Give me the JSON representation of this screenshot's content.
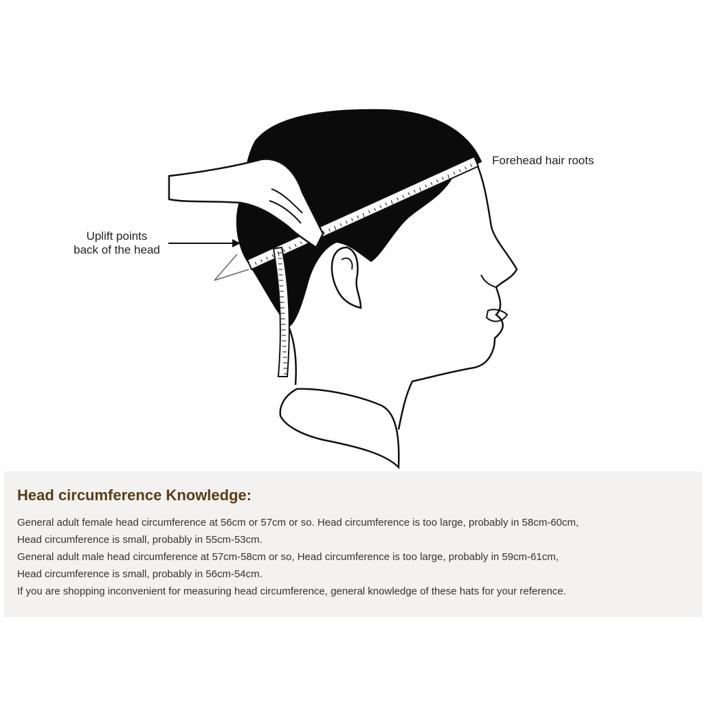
{
  "labels": {
    "forehead": "Forehead hair roots",
    "back_line1": "Uplift points",
    "back_line2": "back of the head"
  },
  "knowledge": {
    "title": "Head circumference Knowledge:",
    "lines": [
      "General adult female head circumference at 56cm or 57cm or so. Head circumference is too large, probably in 58cm-60cm,",
      "Head circumference is small, probably in 55cm-53cm.",
      "General adult male head circumference at 57cm-58cm or so, Head circumference is too large, probably in 59cm-61cm,",
      "Head circumference is small, probably in 56cm-54cm.",
      "If you are shopping inconvenient for measuring head circumference, general knowledge of these hats for your reference."
    ]
  },
  "colors": {
    "title": "#5a3d16",
    "panel_bg": "#f3f2f1",
    "hair": "#0b0b0b"
  }
}
